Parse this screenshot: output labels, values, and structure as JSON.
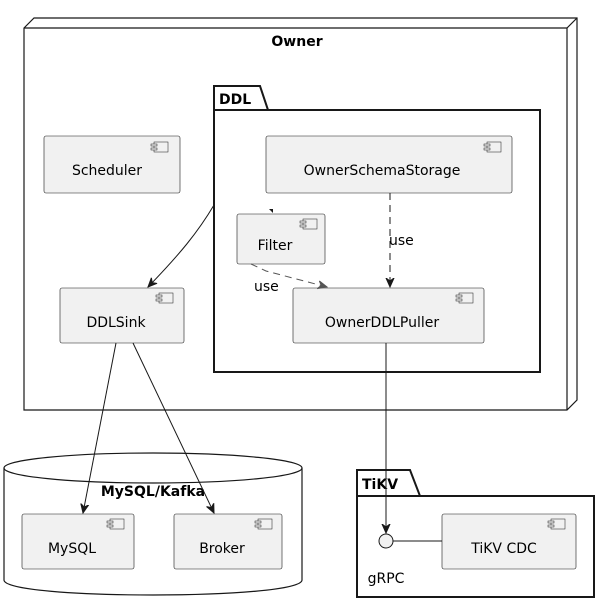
{
  "nodes": {
    "owner": "Owner",
    "ddl_package": "DDL",
    "tikv_package": "TiKV",
    "database": "MySQL/Kafka"
  },
  "components": {
    "scheduler": "Scheduler",
    "owner_schema_storage": "OwnerSchemaStorage",
    "filter": "Filter",
    "ddl_sink": "DDLSink",
    "owner_ddl_puller": "OwnerDDLPuller",
    "mysql": "MySQL",
    "broker": "Broker",
    "tikv_cdc": "TiKV CDC"
  },
  "interfaces": {
    "grpc": "gRPC"
  },
  "edge_labels": {
    "schema_to_puller": "use",
    "filter_to_puller": "use"
  }
}
